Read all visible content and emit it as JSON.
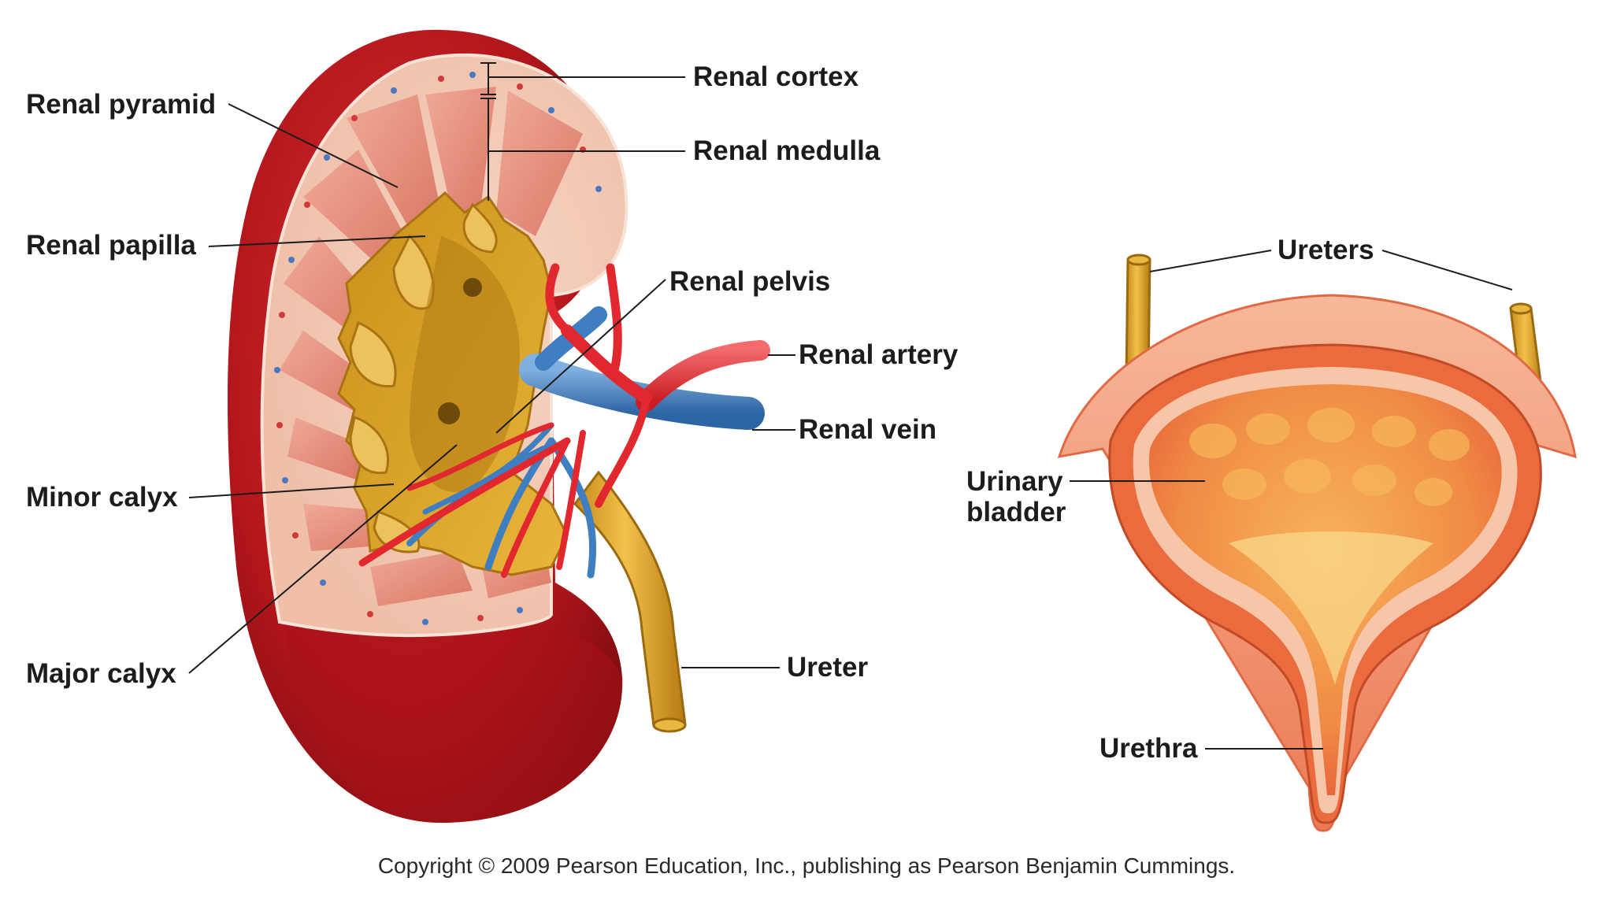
{
  "labels": {
    "renal_pyramid": "Renal pyramid",
    "renal_papilla": "Renal papilla",
    "minor_calyx": "Minor calyx",
    "major_calyx": "Major calyx",
    "renal_cortex": "Renal cortex",
    "renal_medulla": "Renal medulla",
    "renal_pelvis": "Renal pelvis",
    "renal_artery": "Renal artery",
    "renal_vein": "Renal vein",
    "ureter": "Ureter",
    "ureters": "Ureters",
    "urinary_bladder_line1": "Urinary",
    "urinary_bladder_line2": "bladder",
    "urethra": "Urethra"
  },
  "copyright": "Copyright © 2009 Pearson Education, Inc., publishing as Pearson Benjamin Cummings.",
  "colors": {
    "kidney_capsule": "#b3161b",
    "cortex": "#f2c7b0",
    "medulla_pyramid": "#e58b78",
    "pelvis": "#d9a020",
    "artery": "#e0282e",
    "vein": "#3f7ec0",
    "bladder_wall": "#ec6a3e",
    "bladder_interior": "#f4a052",
    "leader_line": "#1c1c1c"
  }
}
